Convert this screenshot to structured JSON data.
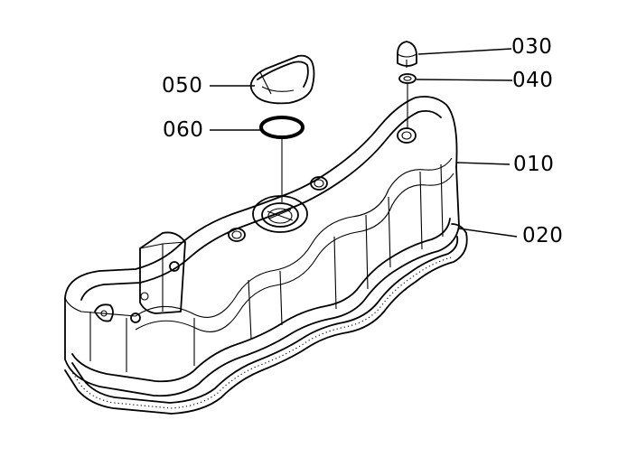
{
  "diagram": {
    "callouts": {
      "p030": "030",
      "p040": "040",
      "p050": "050",
      "p060": "060",
      "p010": "010",
      "p020": "020"
    }
  },
  "colors": {
    "line": "#000000",
    "background": "#ffffff"
  }
}
